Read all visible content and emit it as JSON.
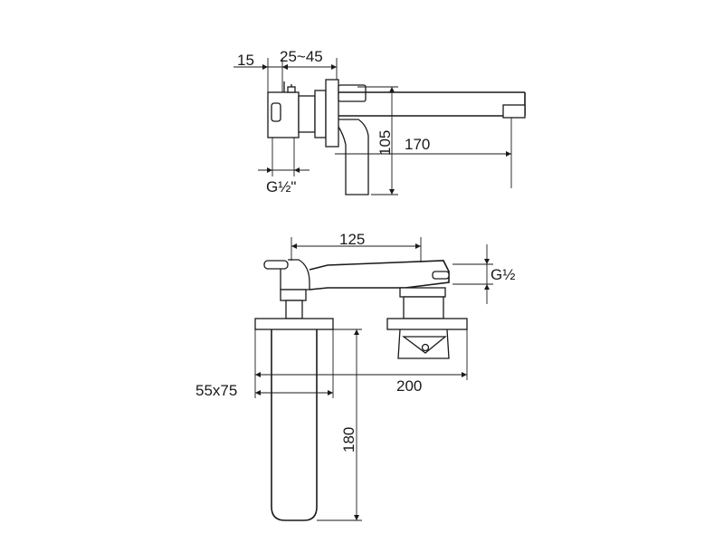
{
  "side_view": {
    "dim_15": "15",
    "dim_25_45": "25~45",
    "dim_105": "105",
    "dim_170": "170",
    "thread": "G½\""
  },
  "top_view": {
    "dim_125": "125",
    "thread": "G½",
    "dim_55x75": "55x75",
    "dim_200": "200",
    "dim_180": "180"
  }
}
